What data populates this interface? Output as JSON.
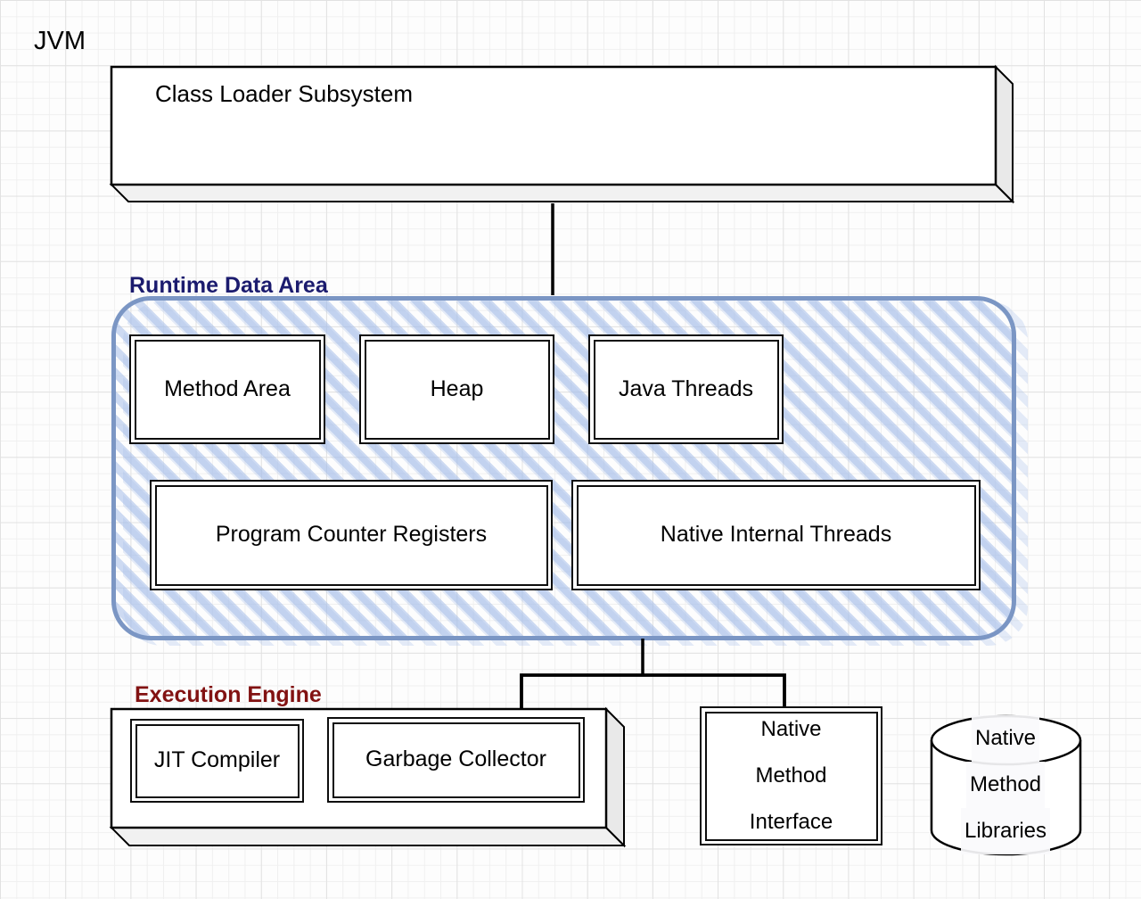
{
  "title": "JVM",
  "class_loader": {
    "label": "Class Loader Subsystem"
  },
  "runtime": {
    "label": "Runtime Data Area",
    "label_color": "#1b1b6e",
    "border_color": "#7b96c4",
    "stripe_color": "#a6bee9",
    "boxes": [
      {
        "label": "Method Area"
      },
      {
        "label": "Heap"
      },
      {
        "label": "Java Threads"
      },
      {
        "label": "Program Counter Registers"
      },
      {
        "label": "Native Internal Threads"
      }
    ]
  },
  "execution": {
    "label": "Execution Engine",
    "label_color": "#821212",
    "boxes": [
      {
        "label": "JIT Compiler"
      },
      {
        "label": "Garbage Collector"
      }
    ]
  },
  "nmi": {
    "lines": [
      "Native",
      "Method",
      "Interface"
    ]
  },
  "nml": {
    "lines": [
      "Native",
      "Method",
      "Libraries"
    ]
  }
}
